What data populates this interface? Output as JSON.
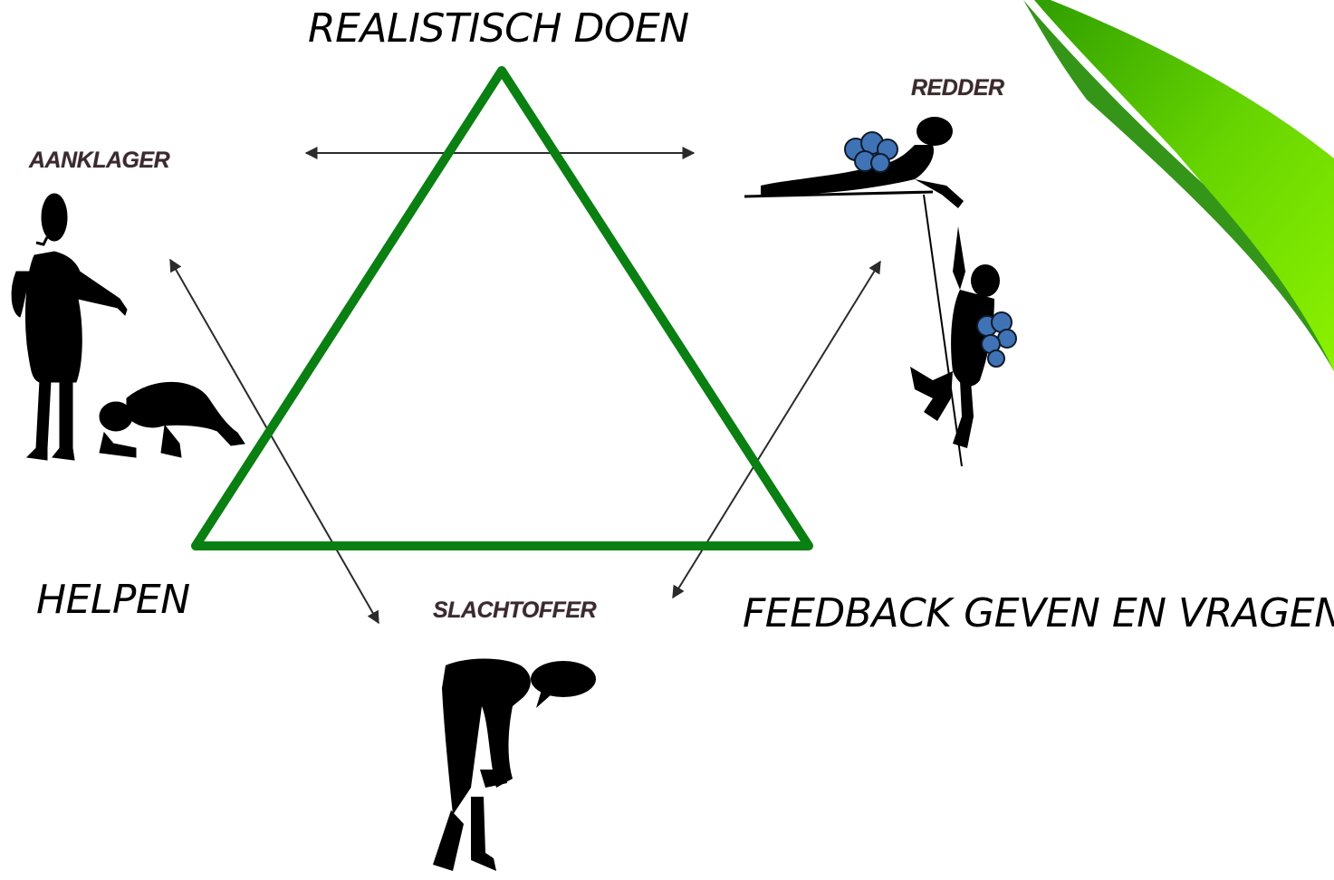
{
  "diagram": {
    "corner_labels": {
      "top": "REALISTISCH DOEN",
      "left": "HELPEN",
      "right": "FEEDBACK GEVEN  EN VRAGEN"
    },
    "roles": {
      "aanklager": "AANKLAGER",
      "redder": "REDDER",
      "slachtoffer": "SLACHTOFFER"
    },
    "colors": {
      "triangle": "#0a7f12",
      "arrows": "#2b2b2b",
      "backpack": "#3f73b5",
      "accent_green": "#5fd400"
    }
  }
}
